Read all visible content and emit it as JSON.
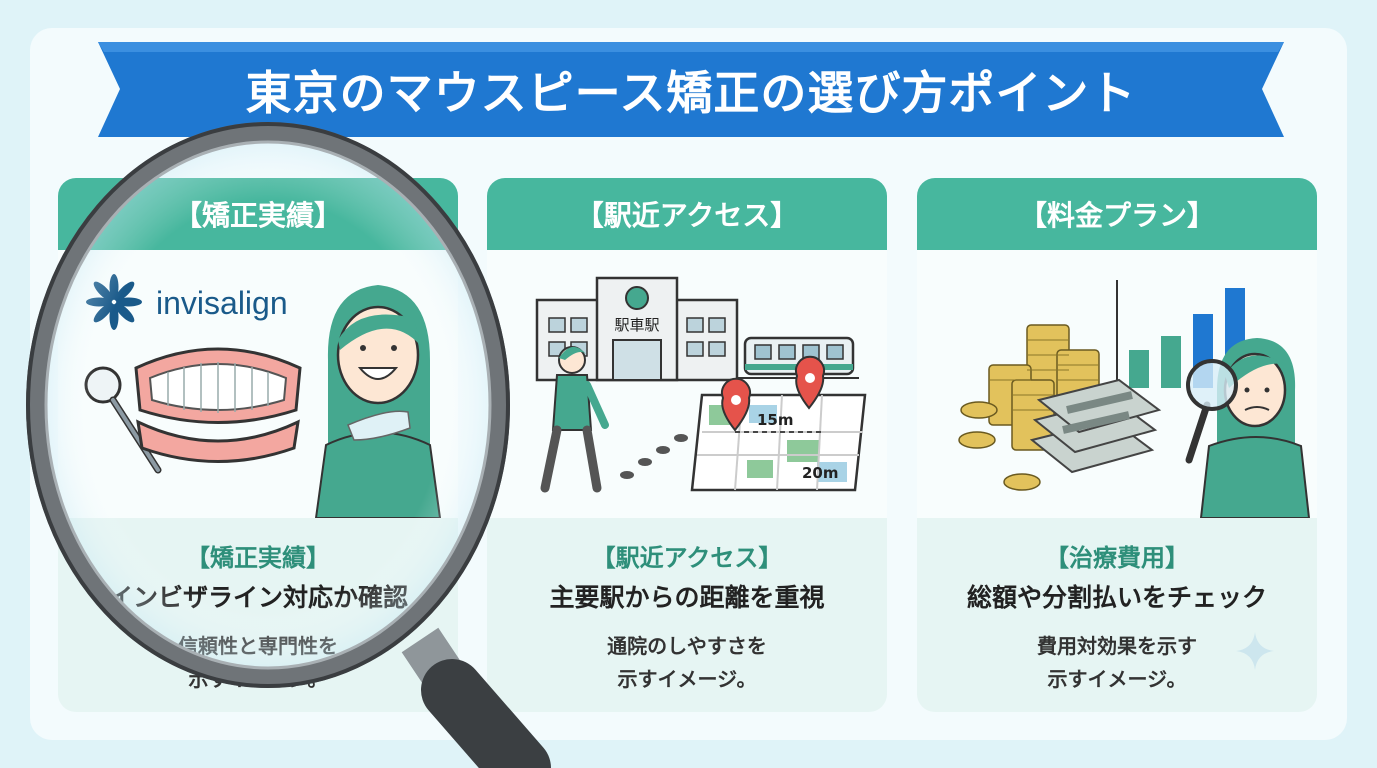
{
  "banner": {
    "title": "東京のマウスピース矯正の選び方ポイント",
    "color": "#1f78d1"
  },
  "cards": [
    {
      "head": "【矯正実績】",
      "logo_text": "invisalign",
      "category": "【矯正実績】",
      "main": "インビザライン対応か確認",
      "desc": [
        "信頼性と専門性を",
        "示すイメージ。"
      ]
    },
    {
      "head": "【駅近アクセス】",
      "station_sign": "駅車駅",
      "map_labels": [
        "15m",
        "20m"
      ],
      "category": "【駅近アクセス】",
      "main": "主要駅からの距離を重視",
      "desc": [
        "通院のしやすさを",
        "示すイメージ。"
      ]
    },
    {
      "head": "【料金プラン】",
      "category": "【治療費用】",
      "main": "総額や分割払いをチェック",
      "desc": [
        "費用対効果を示す",
        "示すイメージ。"
      ]
    }
  ],
  "colors": {
    "header_green": "#47b79e",
    "accent_green": "#2e8f7a",
    "background": "#dff3f8"
  },
  "icons": [
    "magnifying-glass-icon",
    "sparkle-icon",
    "location-pin-icon",
    "invisalign-star-icon"
  ]
}
